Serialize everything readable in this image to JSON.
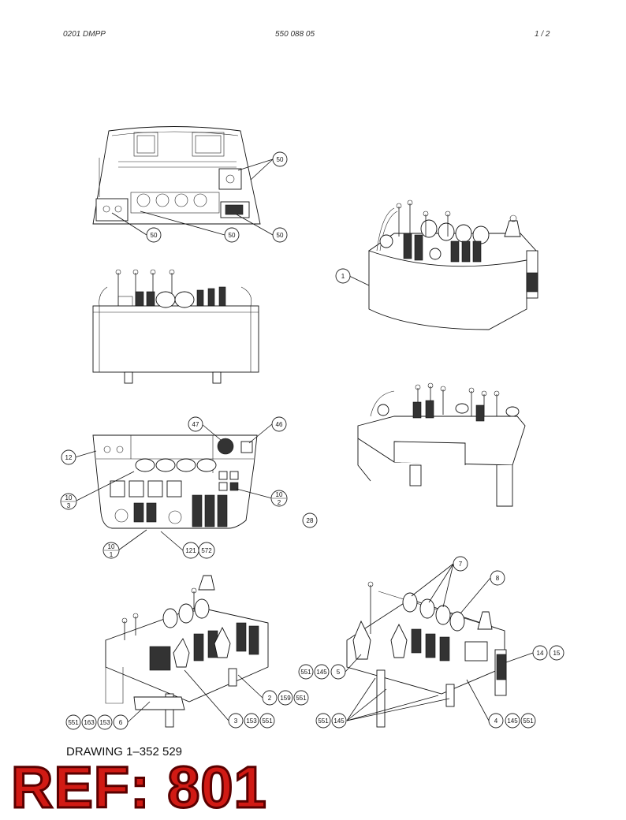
{
  "header": {
    "code_left": "0201 DMPP",
    "part_number": "550 088 05",
    "page": "1 /  2"
  },
  "drawing_number": "DRAWING 1–352 529",
  "ref_label": "REF: 801",
  "callouts": {
    "c50a": "50",
    "c50b": "50",
    "c50c": "50",
    "c50d": "50",
    "c1": "1",
    "c47": "47",
    "c46": "46",
    "c12": "12",
    "c10_3a": "10",
    "c10_3b": "3",
    "c10_2a": "10",
    "c10_2b": "2",
    "c28": "28",
    "c10_1a": "10",
    "c10_1b": "1",
    "c121": "121",
    "c572": "572",
    "c7": "7",
    "c8": "8",
    "c14": "14",
    "c15": "15",
    "c551a": "551",
    "c145a": "145",
    "c5": "5",
    "c2": "2",
    "c159": "159",
    "c551b": "551",
    "c551c": "551",
    "c163": "163",
    "c153a": "153",
    "c6": "6",
    "c3": "3",
    "c153b": "153",
    "c551d": "551",
    "c551e": "551",
    "c145b": "145",
    "c4": "4",
    "c145c": "145",
    "c551f": "551"
  }
}
